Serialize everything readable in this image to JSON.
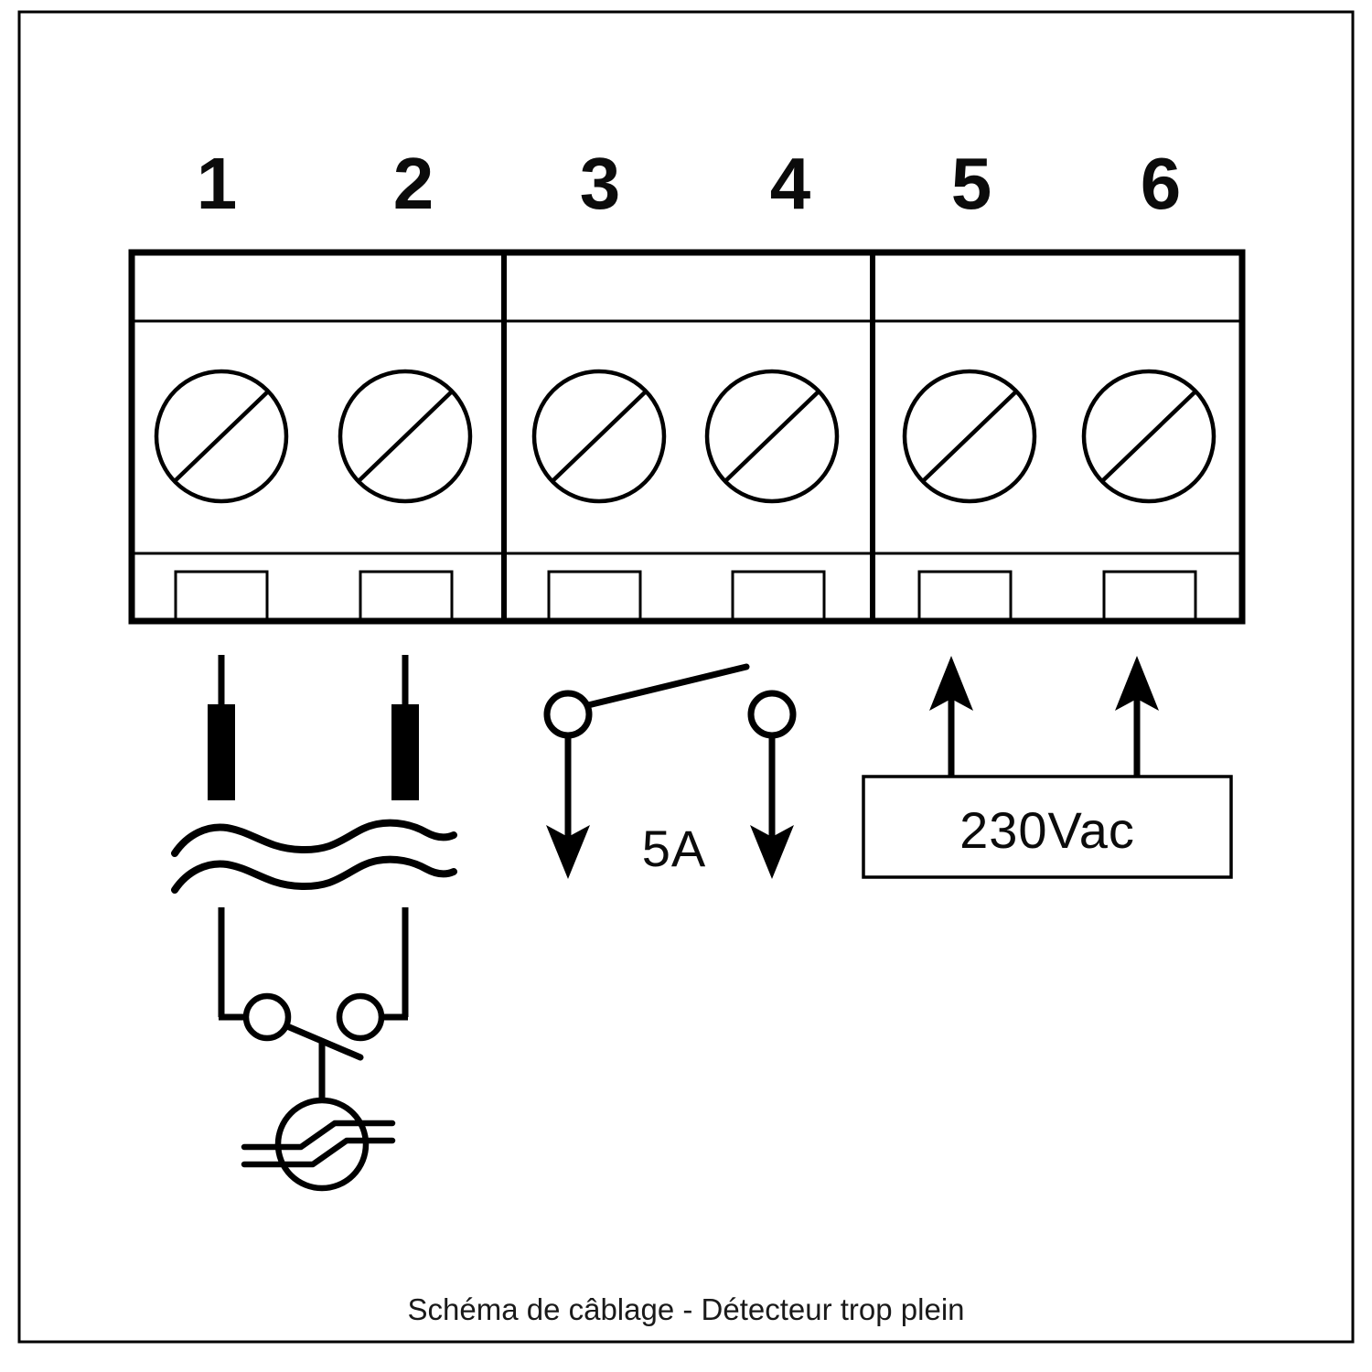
{
  "labels": {
    "terminals": [
      "1",
      "2",
      "3",
      "4",
      "5",
      "6"
    ],
    "relay_rating": "5A",
    "supply_voltage": "230Vac",
    "caption": "Schéma de câblage - Détecteur trop plein"
  },
  "colors": {
    "ink": "#000000",
    "paper": "#ffffff"
  }
}
